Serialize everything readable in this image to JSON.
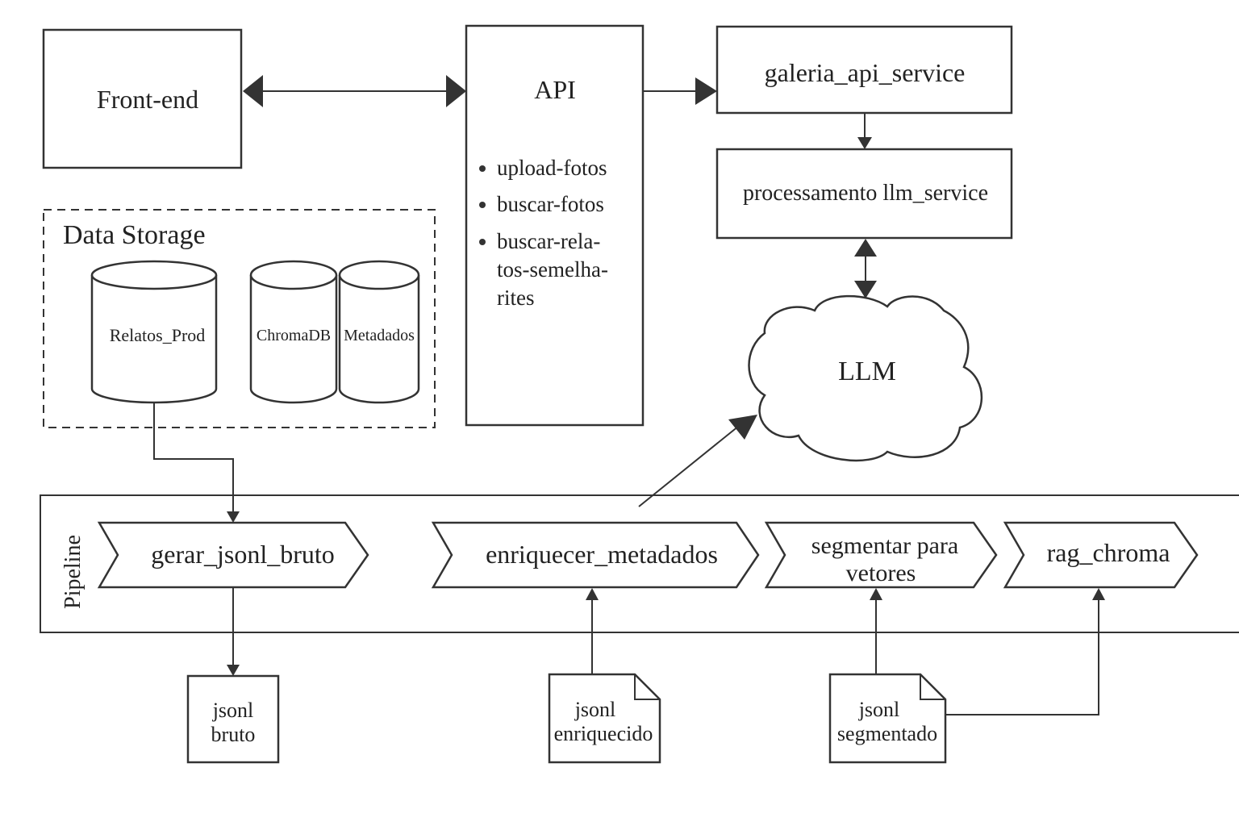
{
  "frontend": {
    "label": "Front-end"
  },
  "api": {
    "title": "API",
    "items": [
      "upload-fotos",
      "buscar-fotos",
      "buscar-rela-",
      "tos-semelha-",
      "rites"
    ]
  },
  "galeria": {
    "label": "galeria_api_service"
  },
  "processamento": {
    "label": "processamento llm_service"
  },
  "llm": {
    "label": "LLM"
  },
  "storage": {
    "title": "Data Storage",
    "databases": [
      "Relatos_Prod",
      "ChromaDB",
      "Metadados"
    ]
  },
  "pipeline": {
    "label": "Pipeline",
    "steps": [
      {
        "lines": [
          "gerar_jsonl_bruto"
        ]
      },
      {
        "lines": [
          "enriquecer_metadados"
        ]
      },
      {
        "lines": [
          "segmentar para",
          "vetores"
        ]
      },
      {
        "lines": [
          "rag_chroma"
        ]
      }
    ]
  },
  "files": [
    {
      "lines": [
        "jsonl",
        "bruto"
      ]
    },
    {
      "lines": [
        "jsonl",
        "enriquecido"
      ]
    },
    {
      "lines": [
        "jsonl",
        "segmentado"
      ]
    }
  ]
}
